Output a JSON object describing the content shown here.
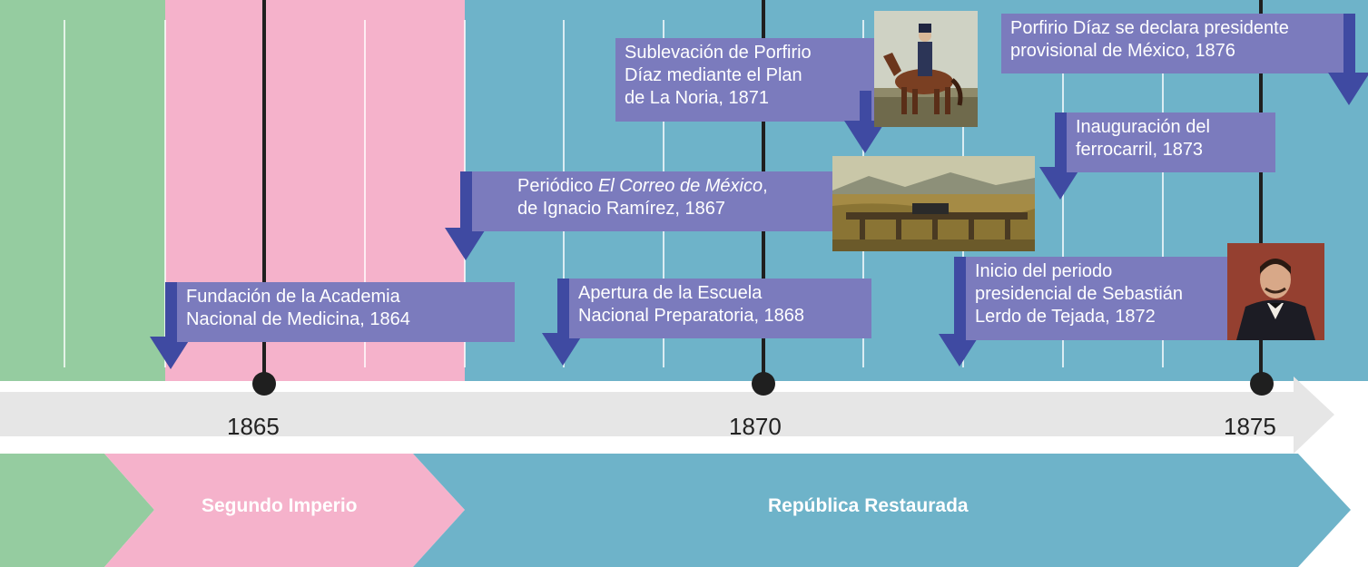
{
  "timeline": {
    "years": [
      {
        "label": "1865"
      },
      {
        "label": "1870"
      },
      {
        "label": "1875"
      }
    ],
    "eras": [
      {
        "name": "",
        "color": "#95cca0"
      },
      {
        "name": "Segundo Imperio",
        "color": "#f5b2cb"
      },
      {
        "name": "República Restaurada",
        "color": "#6eb3c9"
      }
    ],
    "axis_color": "#e6e6e6",
    "event_color": "#7b7bbd",
    "pointer_color": "#3f4aa2"
  },
  "events": [
    {
      "lines": [
        "Fundación de la Academia",
        "Nacional de Medicina, 1864"
      ]
    },
    {
      "pre": "Periódico ",
      "italic": "El Correo de México",
      "post": ",",
      "line2": "de Ignacio Ramírez, 1867"
    },
    {
      "lines": [
        "Apertura de la Escuela",
        "Nacional Preparatoria, 1868"
      ]
    },
    {
      "lines": [
        "Sublevación de Porfirio",
        "Díaz mediante el Plan",
        "de La Noria, 1871"
      ]
    },
    {
      "lines": [
        "Inicio del periodo",
        "presidencial de Sebastián",
        "Lerdo de Tejada, 1872"
      ]
    },
    {
      "lines": [
        "Inauguración del",
        "ferrocarril, 1873"
      ]
    },
    {
      "lines": [
        "Porfirio Díaz se declara presidente",
        "provisional de México, 1876"
      ]
    }
  ],
  "images": [
    {
      "name": "equestrian-portrait-image"
    },
    {
      "name": "railway-landscape-painting-image"
    },
    {
      "name": "lerdo-portrait-image"
    }
  ]
}
